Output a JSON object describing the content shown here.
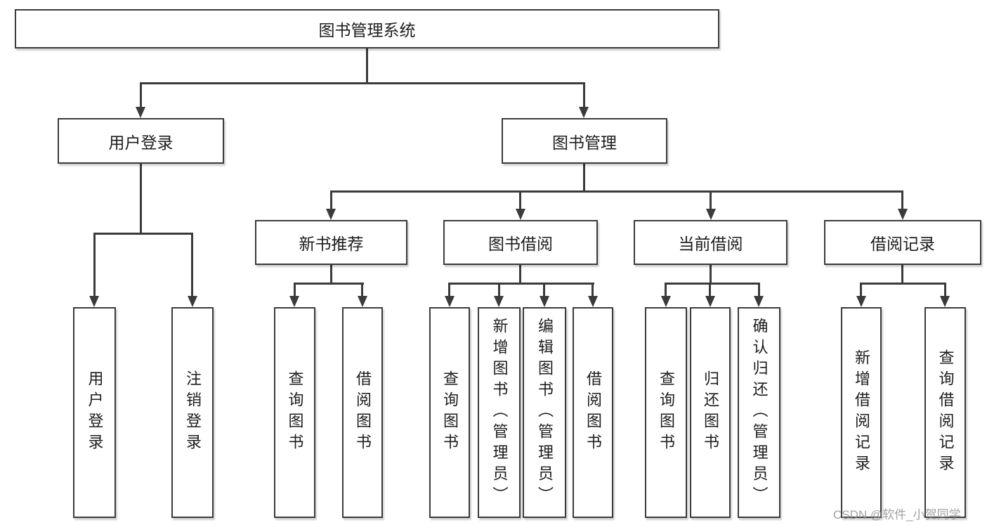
{
  "diagram": {
    "root": {
      "label": "图书管理系统"
    },
    "level2": [
      {
        "label": "用户登录"
      },
      {
        "label": "图书管理"
      }
    ],
    "level3": [
      {
        "label": "新书推荐",
        "parent": "图书管理"
      },
      {
        "label": "图书借阅",
        "parent": "图书管理"
      },
      {
        "label": "当前借阅",
        "parent": "图书管理"
      },
      {
        "label": "借阅记录",
        "parent": "图书管理"
      }
    ],
    "level4": [
      {
        "label": "用户登录",
        "parent": "用户登录"
      },
      {
        "label": "注销登录",
        "parent": "用户登录"
      },
      {
        "label": "查询图书",
        "parent": "新书推荐"
      },
      {
        "label": "借阅图书",
        "parent": "新书推荐"
      },
      {
        "label": "查询图书",
        "parent": "图书借阅"
      },
      {
        "label": "新增图书（管理员）",
        "parent": "图书借阅"
      },
      {
        "label": "编辑图书（管理员）",
        "parent": "图书借阅"
      },
      {
        "label": "借阅图书",
        "parent": "图书借阅"
      },
      {
        "label": "查询图书",
        "parent": "当前借阅"
      },
      {
        "label": "归还图书",
        "parent": "当前借阅"
      },
      {
        "label": "确认归还（管理员）",
        "parent": "当前借阅"
      },
      {
        "label": "新增借阅记录",
        "parent": "借阅记录"
      },
      {
        "label": "查询借阅记录",
        "parent": "借阅记录"
      }
    ],
    "watermark": "CSDN @软件_小贺同学",
    "colors": {
      "line": "#3b3b3b",
      "text": "#1d1d1d",
      "background": "#ffffff",
      "watermark": "#919191"
    }
  }
}
